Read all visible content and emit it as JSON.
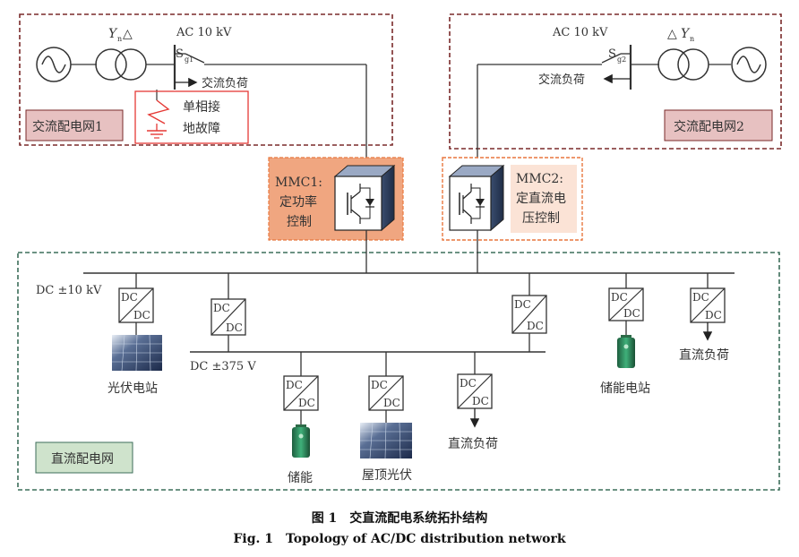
{
  "ac_grid1": {
    "label": "交流配电网1",
    "transformer_label": "Y",
    "transformer_sub": "n",
    "transformer_delta": "△",
    "voltage": "AC 10 kV",
    "switch": "S",
    "switch_sub": "g1",
    "ac_load": "交流负荷",
    "fault_line1": "单相接",
    "fault_line2": "地故障"
  },
  "ac_grid2": {
    "label": "交流配电网2",
    "transformer_delta": "△",
    "transformer_label": "Y",
    "transformer_sub": "n",
    "voltage": "AC 10 kV",
    "switch": "S",
    "switch_sub": "g2",
    "ac_load": "交流负荷"
  },
  "mmc1": {
    "name": "MMC1:",
    "line2": "定功率",
    "line3": "控制"
  },
  "mmc2": {
    "name": "MMC2:",
    "line2": "定直流电",
    "line3": "压控制"
  },
  "dc_grid": {
    "label": "直流配电网",
    "bus_high": "DC ±10 kV",
    "bus_low": "DC ±375 V",
    "dc_top": "DC",
    "dc_bottom": "DC",
    "pv_station": "光伏电站",
    "storage_station": "储能电站",
    "dc_load_top": "直流负荷",
    "storage": "储能",
    "rooftop_pv": "屋顶光伏",
    "dc_load_bottom": "直流负荷"
  },
  "caption": {
    "cn": "图 1　交直流配电系统拓扑结构",
    "en": "Fig. 1　Topology of AC/DC distribution network"
  },
  "colors": {
    "ac_border": "#7a2a2a",
    "dc_border": "#3c6e5a",
    "ac_label_bg": "#e7c1c1",
    "dc_label_bg": "#cfe3cc",
    "mmc1_bg": "#f0a680",
    "mmc2_border": "#e8773e",
    "fault_red": "#e53935"
  }
}
